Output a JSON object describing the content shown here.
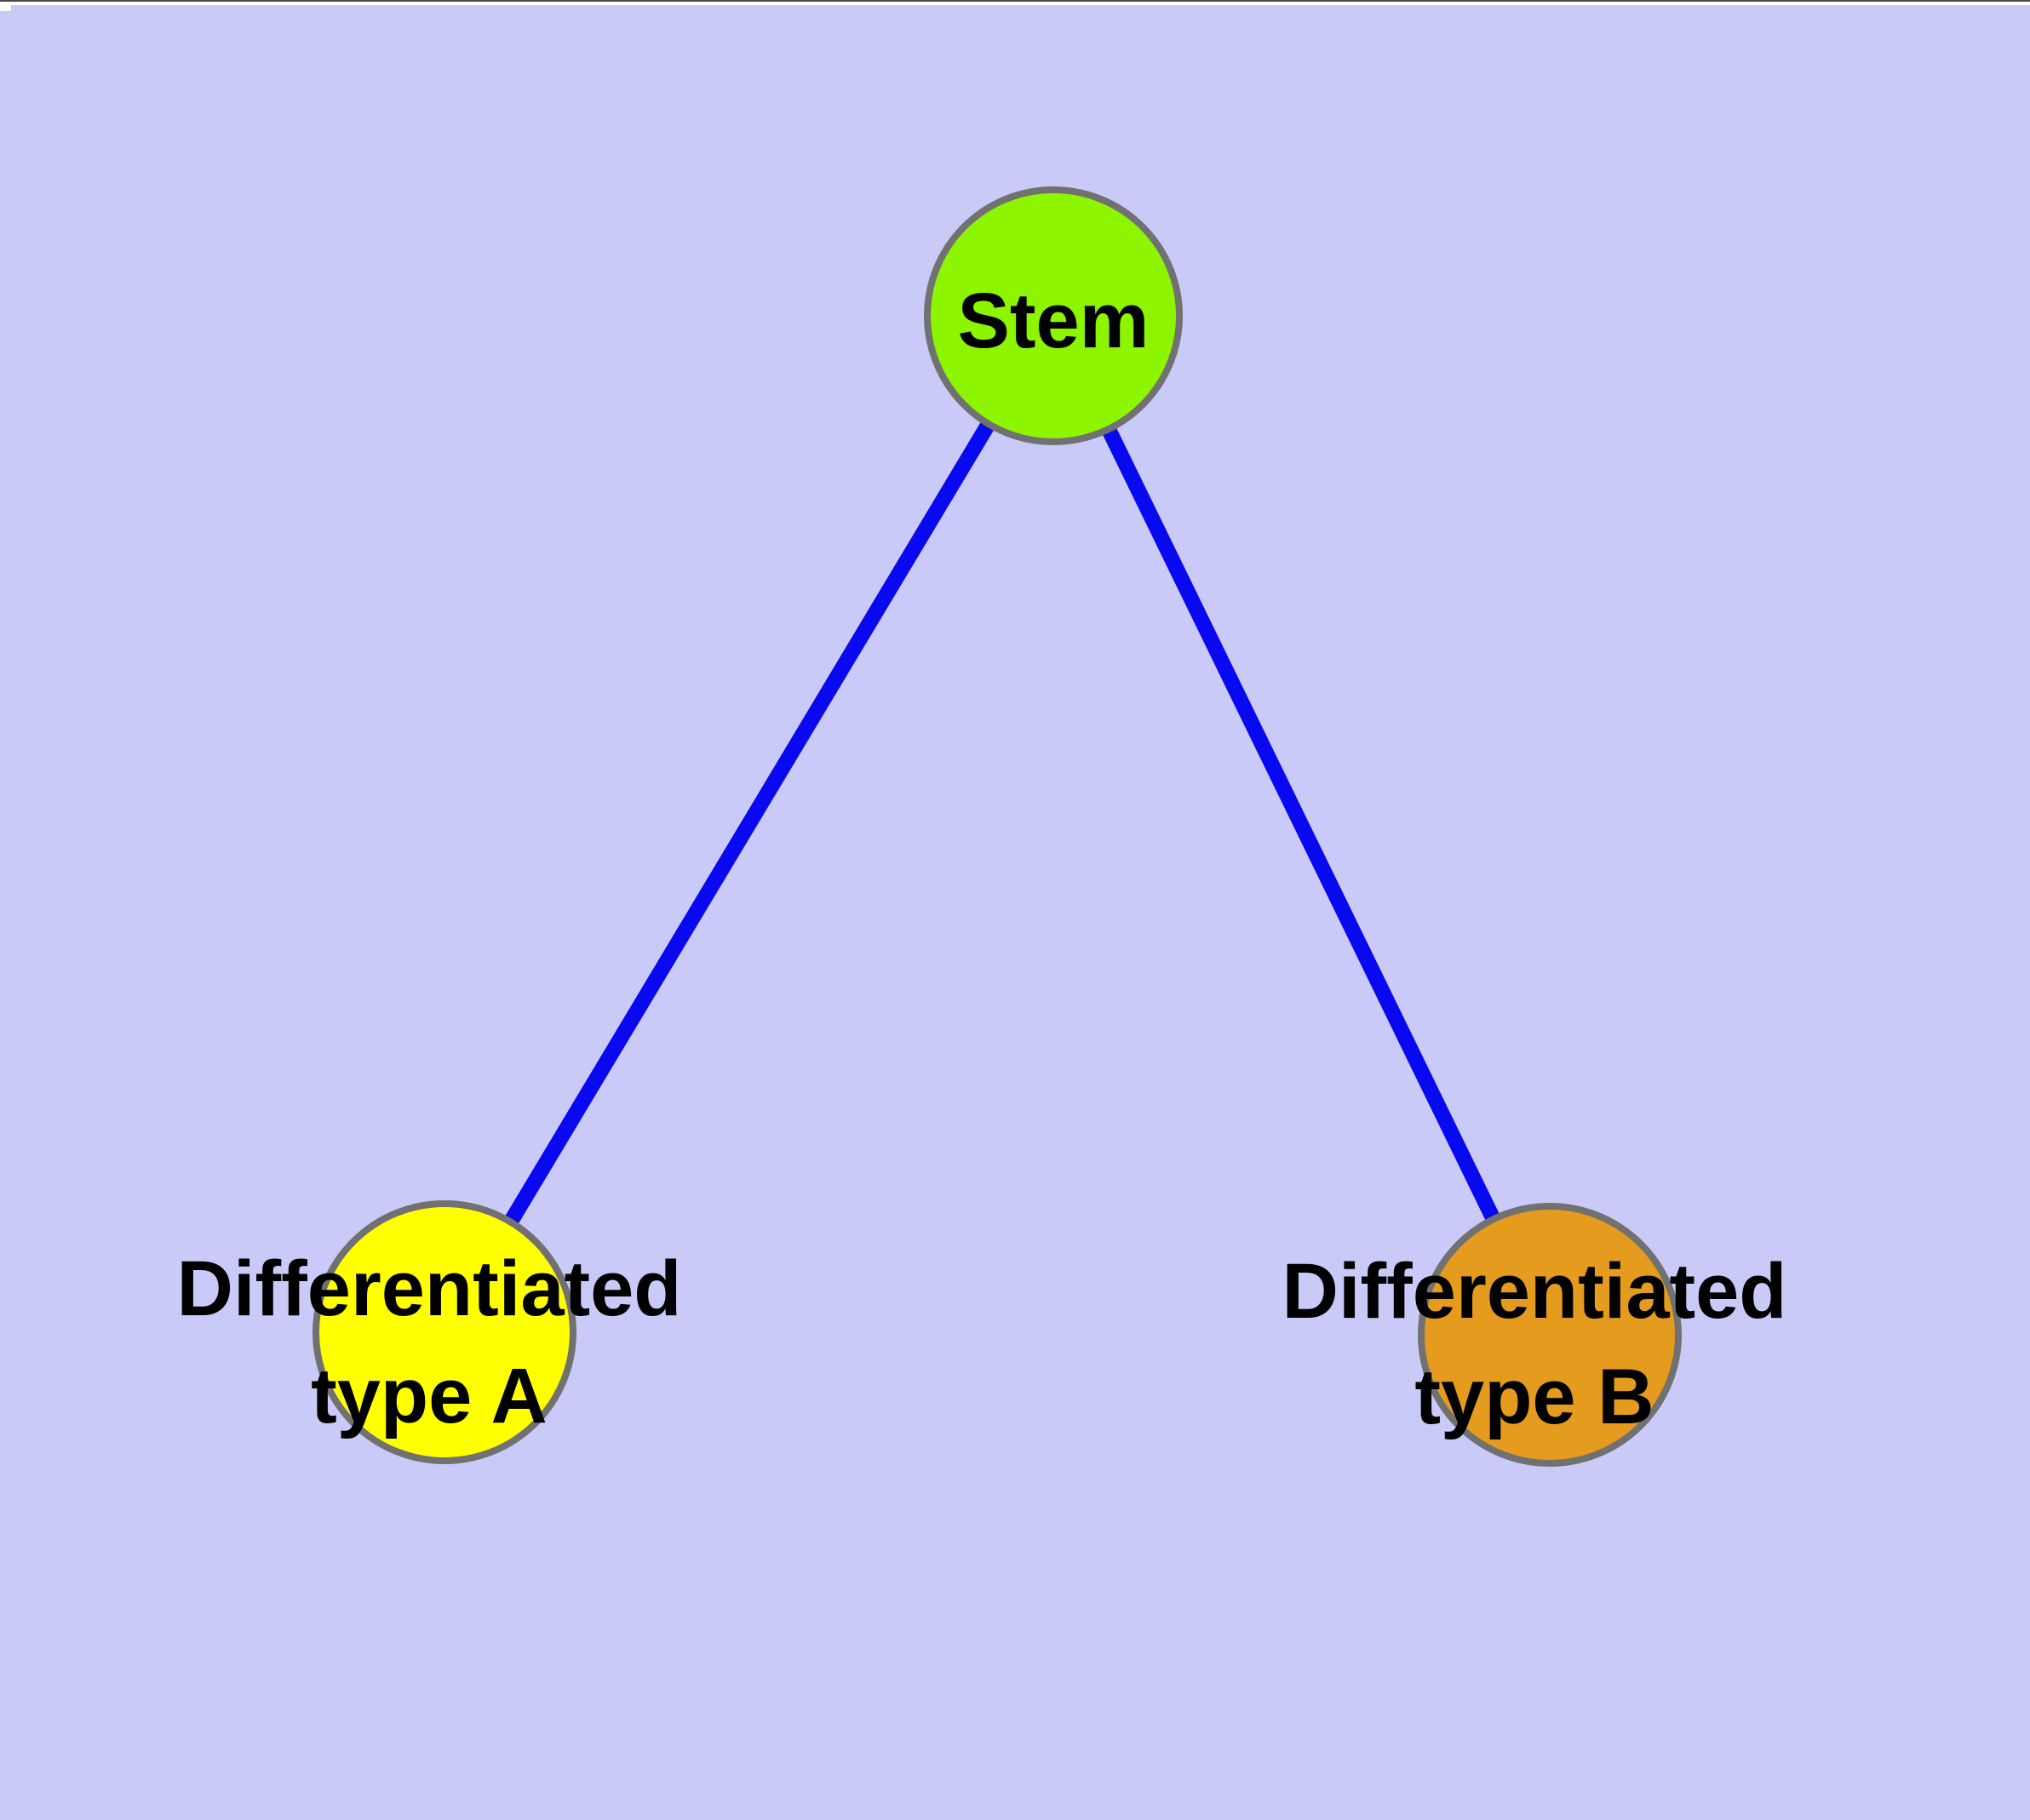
{
  "background_color": "#CACAF8",
  "edge_artifact": {
    "top_line_color": "#4A4A4A",
    "strip_color": "#FFFFFF"
  },
  "diagram": {
    "type": "graph",
    "text_color": "#000000",
    "nodes": [
      {
        "id": "stem",
        "label": "Stem",
        "color": "#8DF500",
        "border_color": "#717171"
      },
      {
        "id": "differentiated-type-a",
        "label": "Differentiated type A",
        "label_line1": "Differentiated",
        "label_line2": "type A",
        "color": "#FFFF00",
        "border_color": "#717171"
      },
      {
        "id": "differentiated-type-b",
        "label": "Differentiated type B",
        "label_line1": "Differentiated",
        "label_line2": "type B",
        "color": "#E49B1E",
        "border_color": "#717171"
      }
    ],
    "edges": [
      {
        "from": "stem",
        "to": "differentiated-type-a",
        "color": "#0909F0"
      },
      {
        "from": "stem",
        "to": "differentiated-type-b",
        "color": "#0909F0"
      }
    ]
  }
}
